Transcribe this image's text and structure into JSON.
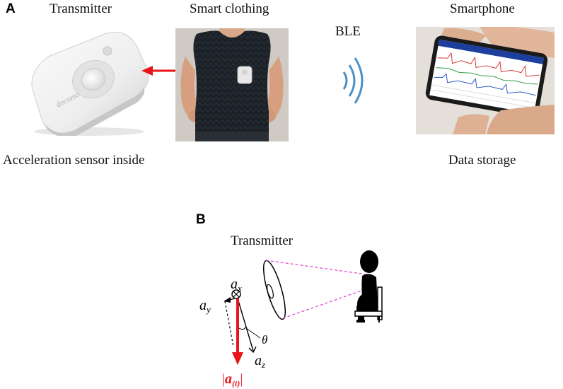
{
  "panel_a": {
    "letter": "A",
    "transmitter_label": "Transmitter",
    "clothing_label": "Smart clothing",
    "link_label": "BLE",
    "phone_label": "Smartphone",
    "sensor_caption": "Acceleration sensor inside",
    "storage_caption": "Data storage",
    "device_brand": "docomo"
  },
  "panel_b": {
    "letter": "B",
    "transmitter_label": "Transmitter",
    "ax": "a",
    "ax_sub": "x",
    "ay": "a",
    "ay_sub": "y",
    "az": "a",
    "az_sub": "z",
    "theta": "θ",
    "magnitude": "a",
    "magnitude_sub": "(t)"
  },
  "colors": {
    "arrow_red": "#e8141a",
    "ble_blue": "#4a90c8",
    "dashed_magenta": "#e040d0",
    "phone_screen": "#1c3f9e"
  },
  "icons": {
    "wireless": "wifi-signal-icon",
    "person": "seated-person-icon",
    "chair": "chair-icon"
  }
}
